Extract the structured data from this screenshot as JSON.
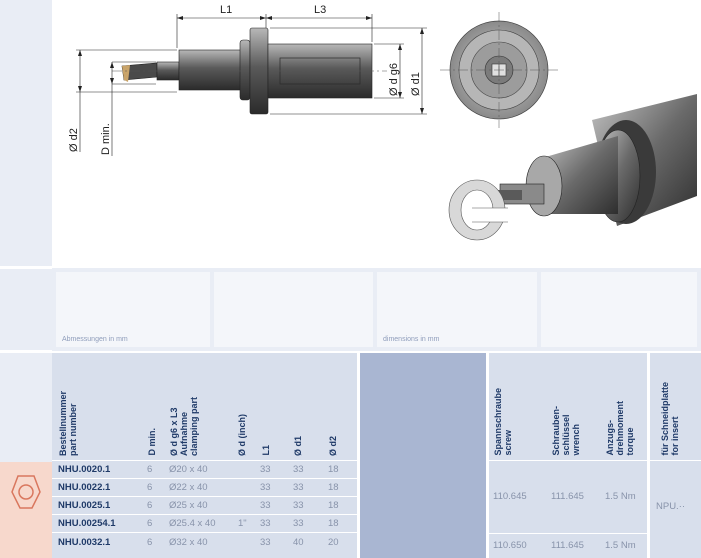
{
  "drawing": {
    "dim_L1": "L1",
    "dim_L3": "L3",
    "dim_d": "Ø d g6",
    "dim_d1": "Ø d1",
    "dim_d2": "Ø d2",
    "dim_Dmin": "D min."
  },
  "header": {
    "dims_de": "Abmessungen in mm",
    "dims_en": "dimensions in mm"
  },
  "columns": {
    "part": "Bestellnummer\npart number",
    "dmin": "D min.",
    "clamp": "Ø d g6 x L3\nAufnahme\nclamping part",
    "dinch": "Ø d (inch)",
    "l1": "L1",
    "d1": "Ø d1",
    "d2": "Ø d2",
    "screw": "Spannschraube\nscrew",
    "wrench": "Schrauben-\nschlüssel\nwrench",
    "torque": "Anzugs-\ndrehmoment\ntorque",
    "insert": "für Schneidplatte\nfor insert"
  },
  "rows": [
    {
      "part": "NHU.0020.1",
      "dmin": "6",
      "clamp": "Ø20 x 40",
      "dinch": "",
      "l1": "33",
      "d1": "33",
      "d2": "18"
    },
    {
      "part": "NHU.0022.1",
      "dmin": "6",
      "clamp": "Ø22 x 40",
      "dinch": "",
      "l1": "33",
      "d1": "33",
      "d2": "18"
    },
    {
      "part": "NHU.0025.1",
      "dmin": "6",
      "clamp": "Ø25 x 40",
      "dinch": "",
      "l1": "33",
      "d1": "33",
      "d2": "18"
    },
    {
      "part": "NHU.00254.1",
      "dmin": "6",
      "clamp": "Ø25.4 x 40",
      "dinch": "1\"",
      "l1": "33",
      "d1": "33",
      "d2": "18"
    },
    {
      "part": "NHU.0032.1",
      "dmin": "6",
      "clamp": "Ø32 x 40",
      "dinch": "",
      "l1": "33",
      "d1": "40",
      "d2": "20"
    }
  ],
  "accessories": {
    "group1": {
      "screw": "110.645",
      "wrench": "111.645",
      "torque": "1.5 Nm"
    },
    "group2": {
      "screw": "110.650",
      "wrench": "111.645",
      "torque": "1.5 Nm"
    },
    "insert": "NPU.··"
  }
}
